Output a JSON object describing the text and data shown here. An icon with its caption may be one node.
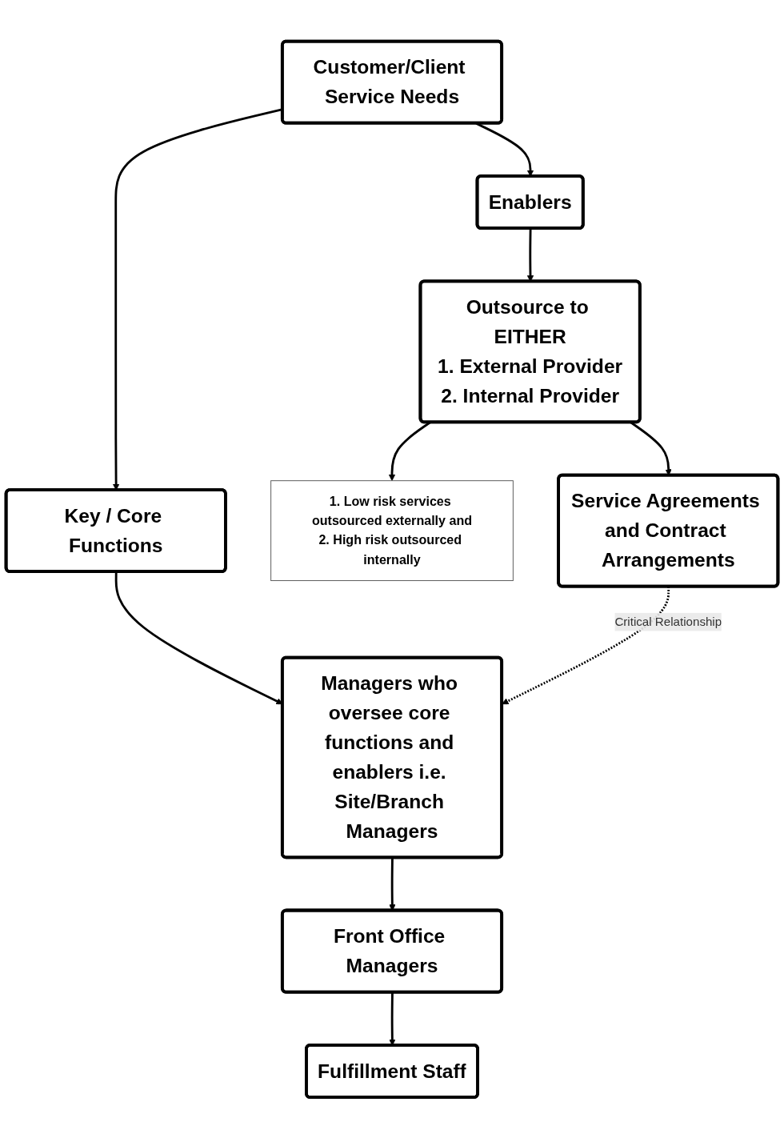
{
  "diagram": {
    "nodes": [
      {
        "text": [
          "Customer/Client Service Needs"
        ]
      },
      {
        "text": [
          "Key / Core Functions"
        ]
      },
      {
        "text": [
          "Enablers"
        ]
      },
      {
        "text": [
          "Managers who oversee core functions and enablers i.e. Site/Branch Managers"
        ]
      },
      {
        "text": [
          "Outsource to EITHER",
          "1. External Provider",
          "2. Internal Provider"
        ]
      },
      {
        "text": [
          "1. Low risk services outsourced externally and",
          "2. High risk outsourced internally"
        ]
      },
      {
        "text": [
          "Front Office Managers"
        ]
      },
      {
        "text": [
          "Service Agreements and Contract Arrangements"
        ]
      },
      {
        "text": [
          "Fulfillment Staff"
        ]
      }
    ],
    "edges": [
      {
        "from": 0,
        "to": 1,
        "arrow": "to"
      },
      {
        "from": 0,
        "to": 2,
        "arrow": "to"
      },
      {
        "from": 1,
        "to": 3,
        "arrow": "to"
      },
      {
        "from": 2,
        "to": 4,
        "arrow": "to"
      },
      {
        "from": 4,
        "to": 5,
        "arrow": "to"
      },
      {
        "from": 4,
        "to": 7,
        "arrow": "to"
      },
      {
        "from": 7,
        "to": 3,
        "arrow": "to",
        "style": "dashed",
        "label": "Critical Relationship"
      },
      {
        "from": 3,
        "to": 6,
        "arrow": "to"
      },
      {
        "from": 6,
        "to": 8,
        "arrow": "to"
      }
    ]
  }
}
